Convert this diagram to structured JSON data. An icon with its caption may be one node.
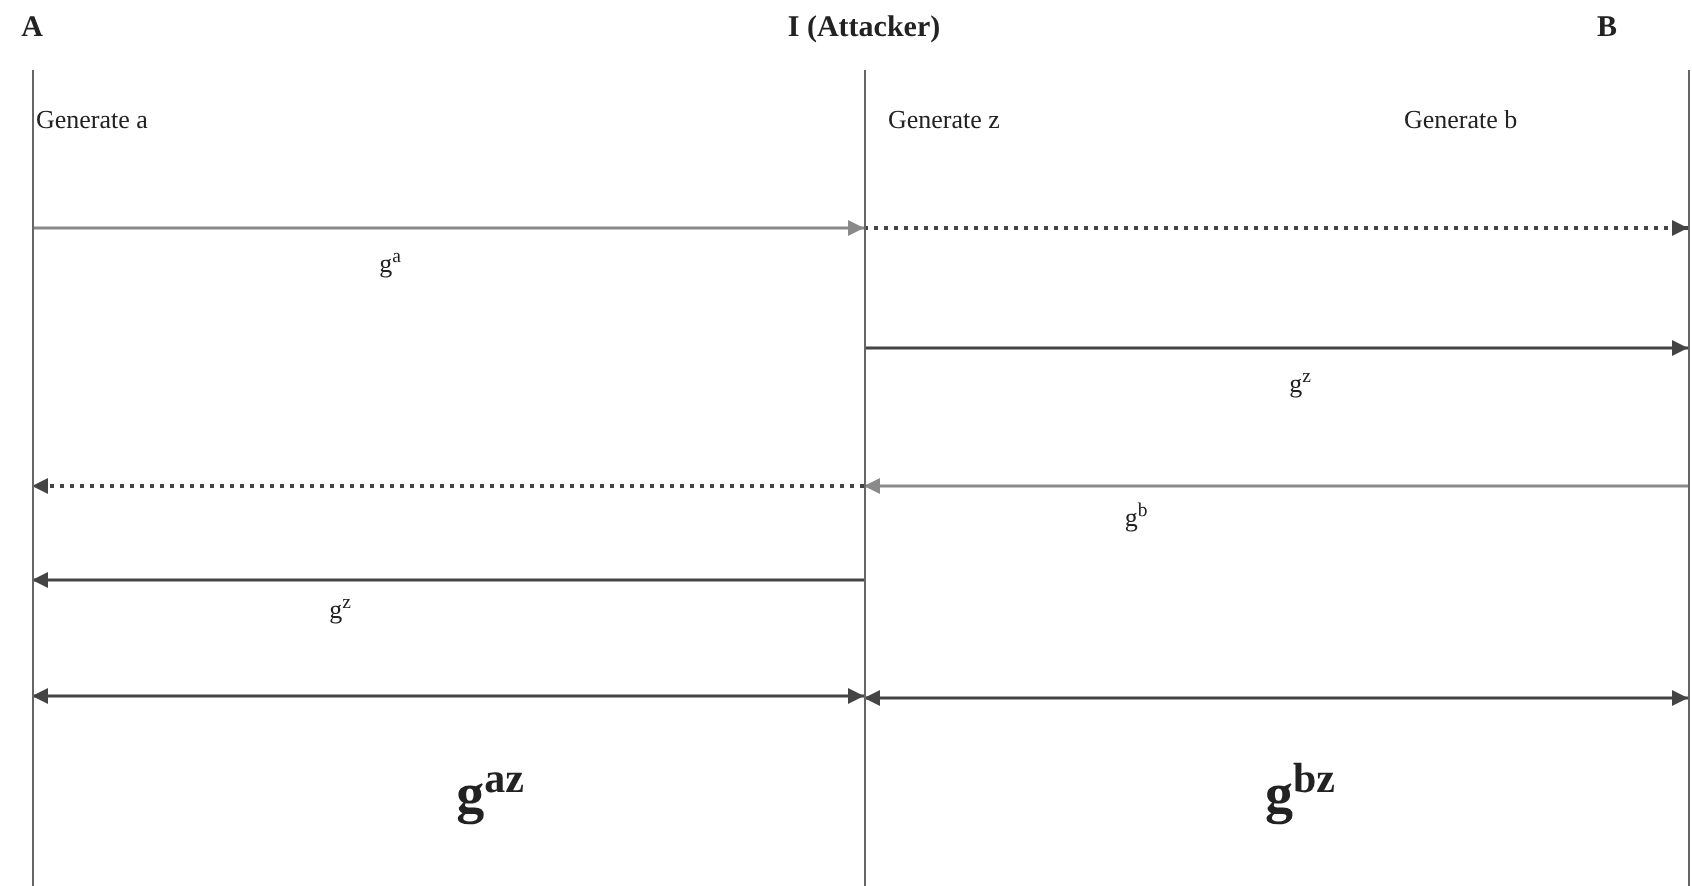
{
  "diagram": {
    "nodes": [
      {
        "text": [
          "A"
        ]
      },
      {
        "text": [
          "I (Attacker)"
        ]
      },
      {
        "text": [
          "B"
        ]
      }
    ],
    "edges": [
      {
        "from": 0,
        "to": 1,
        "arrow": "to",
        "label": "g$^{a}$",
        "color": "#8a8a8a"
      },
      {
        "from": 1,
        "to": 2,
        "arrow": "to",
        "style": "dashed"
      },
      {
        "from": 1,
        "to": 2,
        "arrow": "to",
        "label": "g$^{z}$"
      },
      {
        "from": 2,
        "to": 1,
        "arrow": "to",
        "label": "g$^{b}$",
        "color": "#8a8a8a"
      },
      {
        "from": 1,
        "to": 0,
        "arrow": "to",
        "style": "dashed"
      },
      {
        "from": 1,
        "to": 0,
        "arrow": "to",
        "label": "g$^{z}$"
      },
      {
        "from": 0,
        "to": 1,
        "arrow": "both",
        "label": "g$^{az}$"
      },
      {
        "from": 1,
        "to": 2,
        "arrow": "both",
        "label": "g$^{bz}$"
      }
    ],
    "labels": [
      "Generate a",
      "Generate z",
      "Generate b"
    ]
  }
}
